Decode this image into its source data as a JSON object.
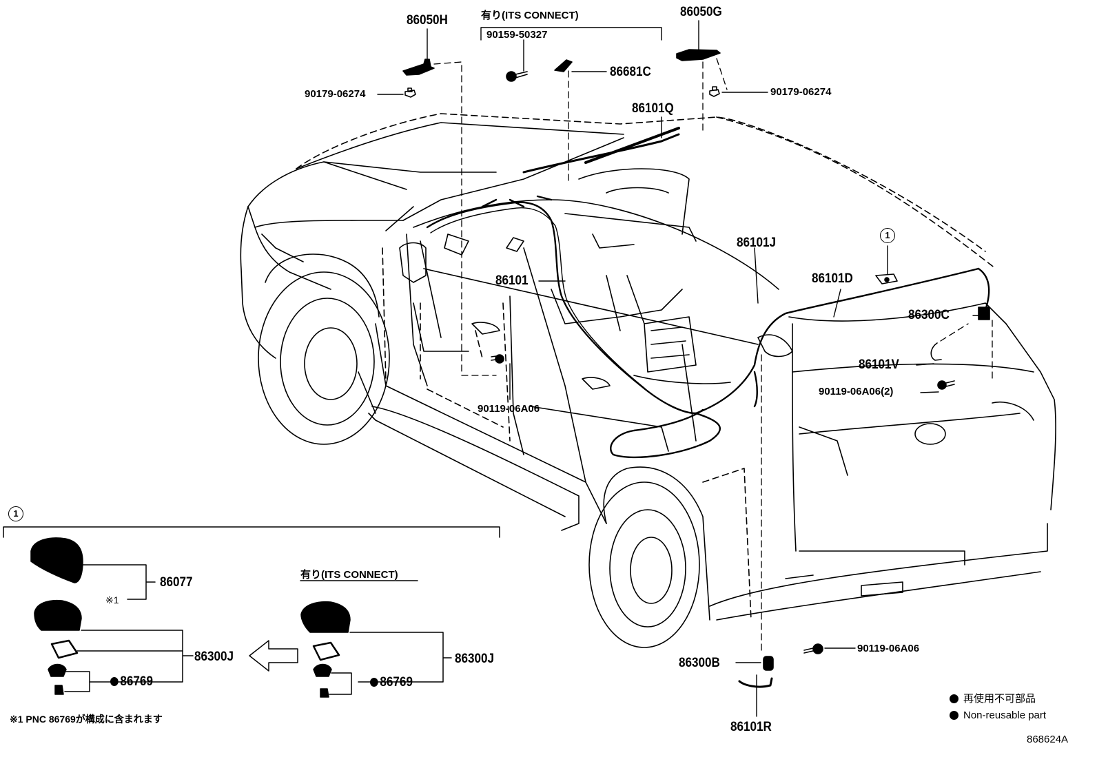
{
  "diagram_id": "868624A",
  "callouts": {
    "its_top_note": "有り(ITS CONNECT)",
    "p_90159_50327": "90159-50327",
    "p_86050H": "86050H",
    "p_86050G": "86050G",
    "p_86681C": "86681C",
    "p_90179_left": "90179-06274",
    "p_90179_right": "90179-06274",
    "p_86101Q": "86101Q",
    "p_86101J": "86101J",
    "p_86101": "86101",
    "p_86101D": "86101D",
    "p_86300C": "86300C",
    "p_86101V": "86101V",
    "p_90119_2": "90119-06A06(2)",
    "p_90119_mid": "90119-06A06",
    "p_90119_low": "90119-06A06",
    "p_86300B": "86300B",
    "p_86101R": "86101R",
    "circle_ref": "1"
  },
  "detail": {
    "circle_ref": "1",
    "p_86077": "86077",
    "footnote_mark": "※1",
    "p_86300J_left": "86300J",
    "p_86769_left": "86769",
    "its_note": "有り(ITS CONNECT)",
    "p_86300J_right": "86300J",
    "p_86769_right": "86769",
    "footnote_text": "※1 PNC 86769が構成に含まれます"
  },
  "legend": {
    "jp": "再使用不可部品",
    "en": "Non-reusable part"
  }
}
